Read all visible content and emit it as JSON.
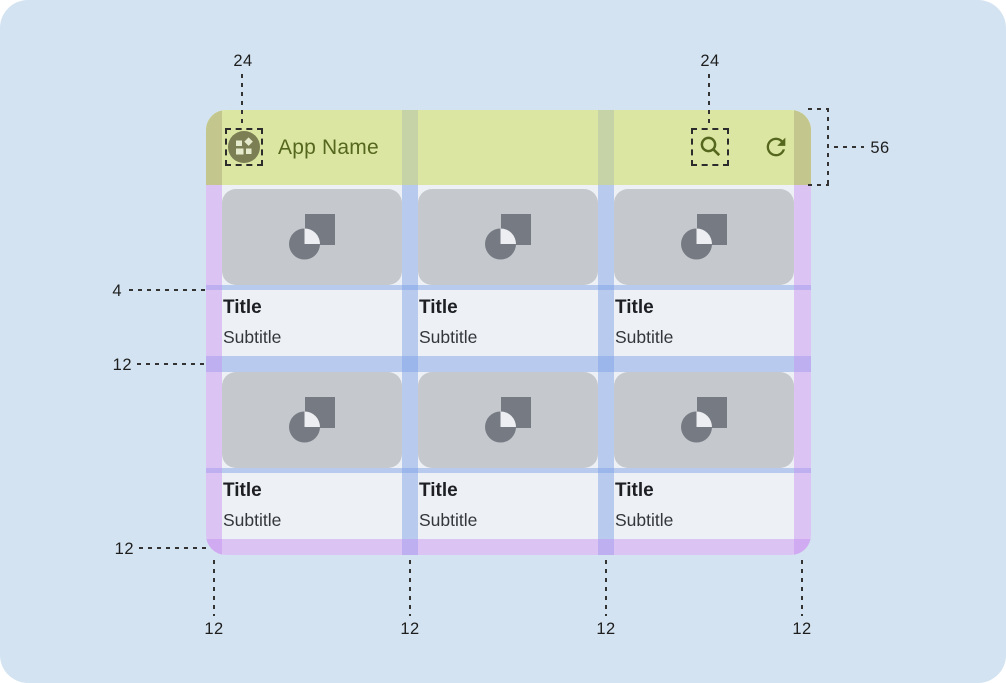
{
  "app_bar": {
    "title": "App Name",
    "icons": [
      "app-grid-icon",
      "search-icon",
      "refresh-icon"
    ]
  },
  "cards": [
    {
      "title": "Title",
      "subtitle": "Subtitle"
    },
    {
      "title": "Title",
      "subtitle": "Subtitle"
    },
    {
      "title": "Title",
      "subtitle": "Subtitle"
    },
    {
      "title": "Title",
      "subtitle": "Subtitle"
    },
    {
      "title": "Title",
      "subtitle": "Subtitle"
    },
    {
      "title": "Title",
      "subtitle": "Subtitle"
    }
  ],
  "annotations": {
    "app_icon_size": "24",
    "action_icon_size": "24",
    "app_bar_height": "56",
    "image_text_gap": "4",
    "row_gap": "12",
    "bottom_margin": "12",
    "column_spacings": [
      "12",
      "12",
      "12",
      "12"
    ]
  },
  "colors": {
    "page_background": "#d3e3f1",
    "app_bar": "#dbe6a2",
    "app_bar_content": "#55671d",
    "card_background": "#edf0f5",
    "image_placeholder": "#c5c8cd",
    "placeholder_icon": "#757a83",
    "margin_overlay_purple": "#dbc3f3",
    "spacing_overlay_blue": "#b9cbee",
    "title_text": "#1d1f23",
    "subtitle_text": "#33363b"
  }
}
